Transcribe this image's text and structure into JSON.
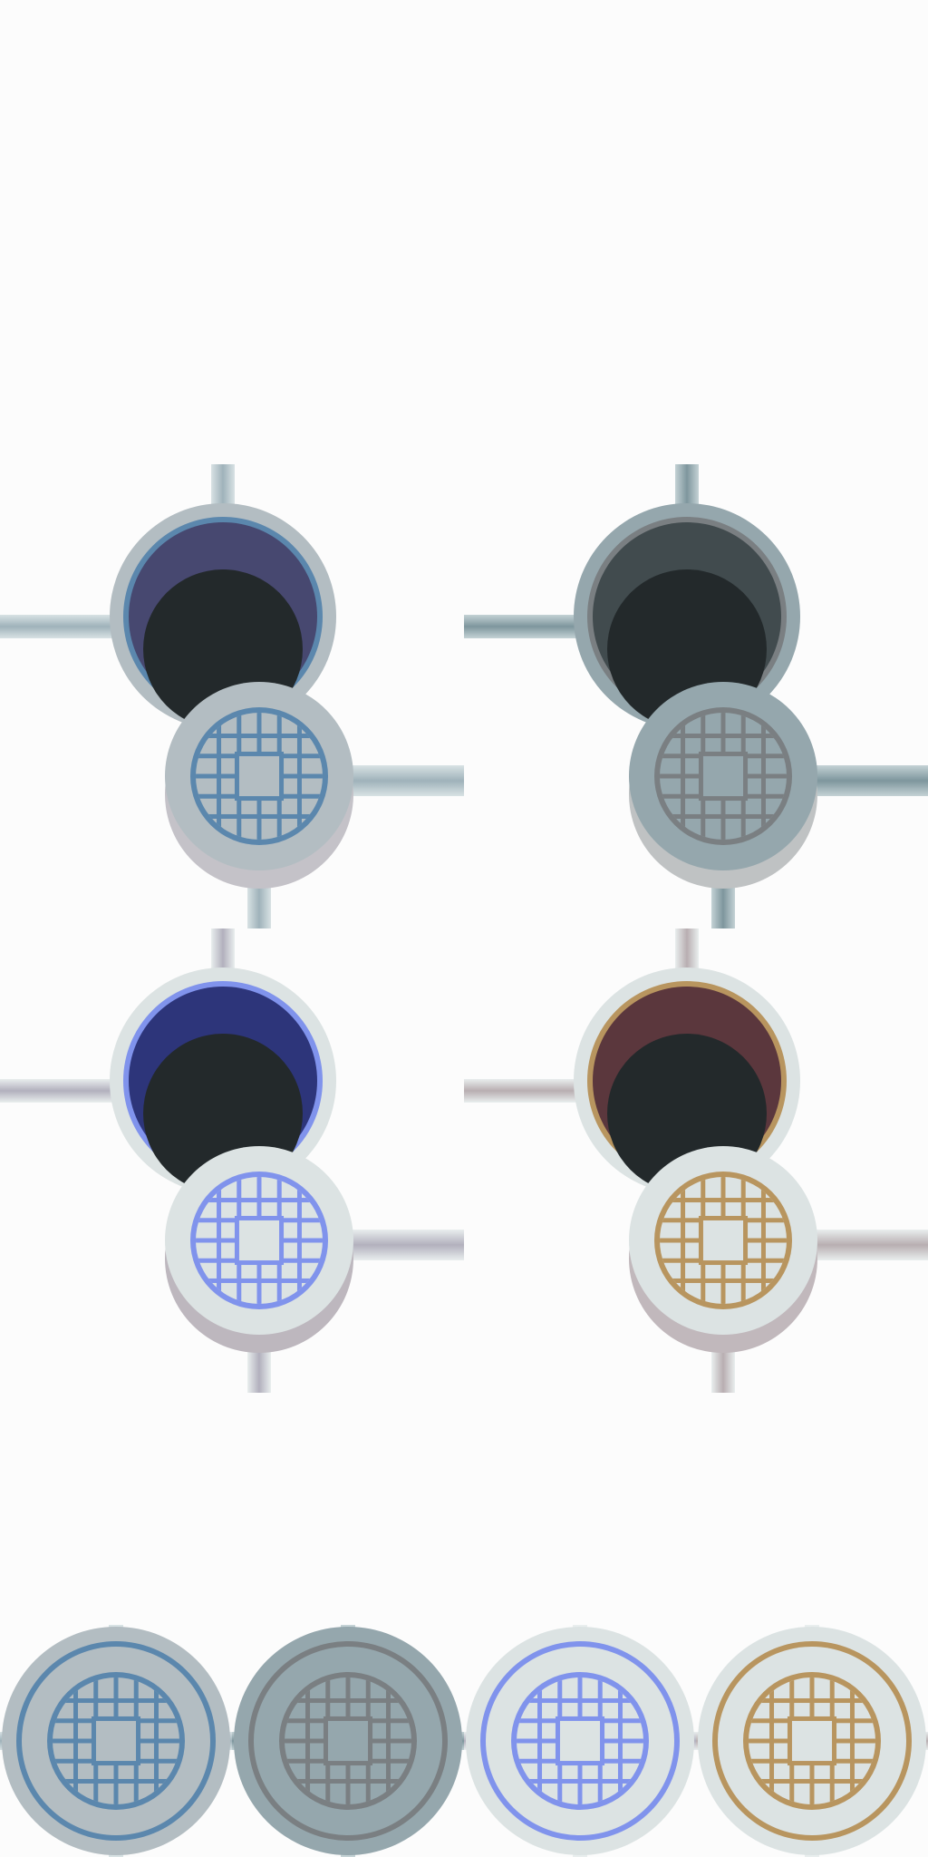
{
  "sheet": {
    "background": "#fcfcfc",
    "themes": [
      {
        "id": "steel-blue",
        "accent": "#5b87ad",
        "plate": "#b3bdc2",
        "plate_shadow": "#c4c2c8",
        "well": "#474870",
        "pipe": "#9fb2ba",
        "pipe_light": "#d8e2e4"
      },
      {
        "id": "slate-grey",
        "accent": "#7a7f82",
        "plate": "#95a7ad",
        "plate_shadow": "#bfc2c3",
        "well": "#414b4e",
        "pipe": "#7e969d",
        "pipe_light": "#c4d2d5"
      },
      {
        "id": "periwinkle",
        "accent": "#8093ec",
        "plate": "#dce3e3",
        "plate_shadow": "#bdb7be",
        "well": "#2d357a",
        "pipe": "#b2b0bd",
        "pipe_light": "#e9eeee"
      },
      {
        "id": "bronze",
        "accent": "#b8955f",
        "plate": "#dce3e3",
        "plate_shadow": "#c1b8bc",
        "well": "#5b373d",
        "pipe": "#b8aeb1",
        "pipe_light": "#e9eeee"
      }
    ],
    "hole_color": "#23292b",
    "icons": [
      "manhole-grate-icon",
      "pipe-junction-icon",
      "drain-hole-icon"
    ]
  }
}
